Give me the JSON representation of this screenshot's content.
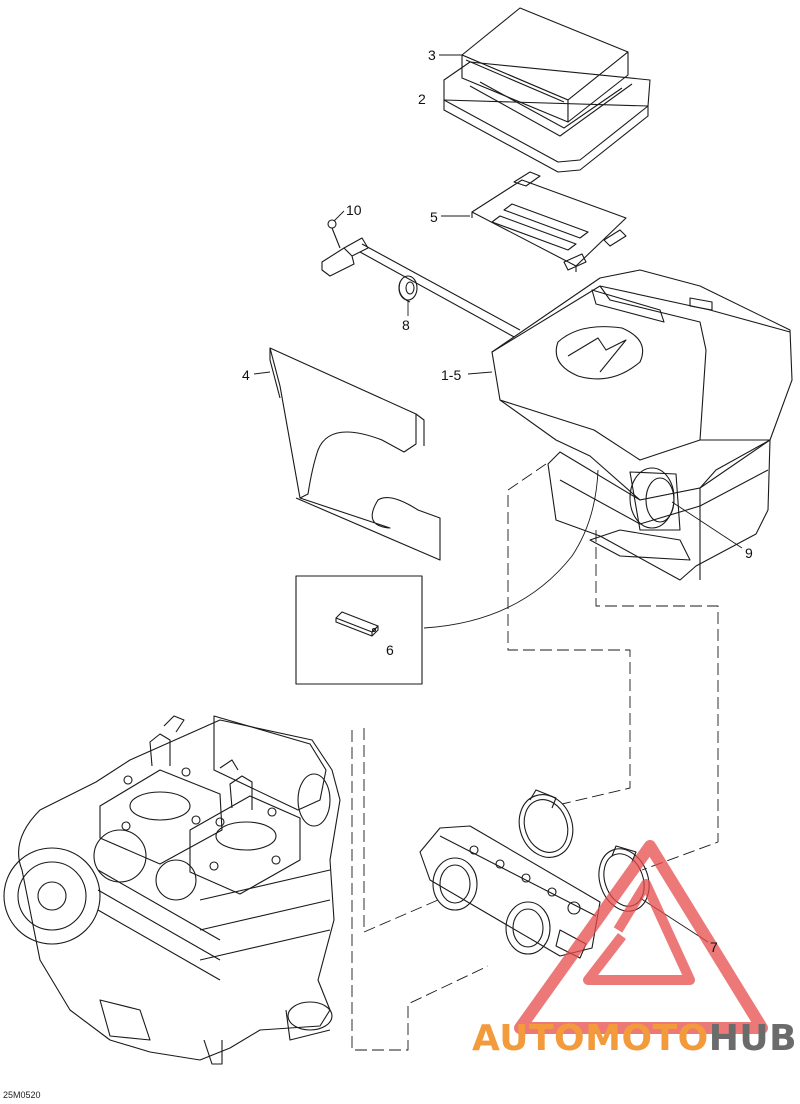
{
  "callouts": {
    "c3": "3",
    "c2": "2",
    "c10": "10",
    "c5": "5",
    "c8": "8",
    "c4": "4",
    "c15": "1-5",
    "c9": "9",
    "c6": "6",
    "c7": "7"
  },
  "drawing_code": "25M0520",
  "watermark": {
    "part_a": "AUTOMOTO",
    "part_b": "HUB",
    "color_a": "#f39a3c",
    "color_b": "#6b6b6b",
    "logo_color": "#e64b4b"
  }
}
